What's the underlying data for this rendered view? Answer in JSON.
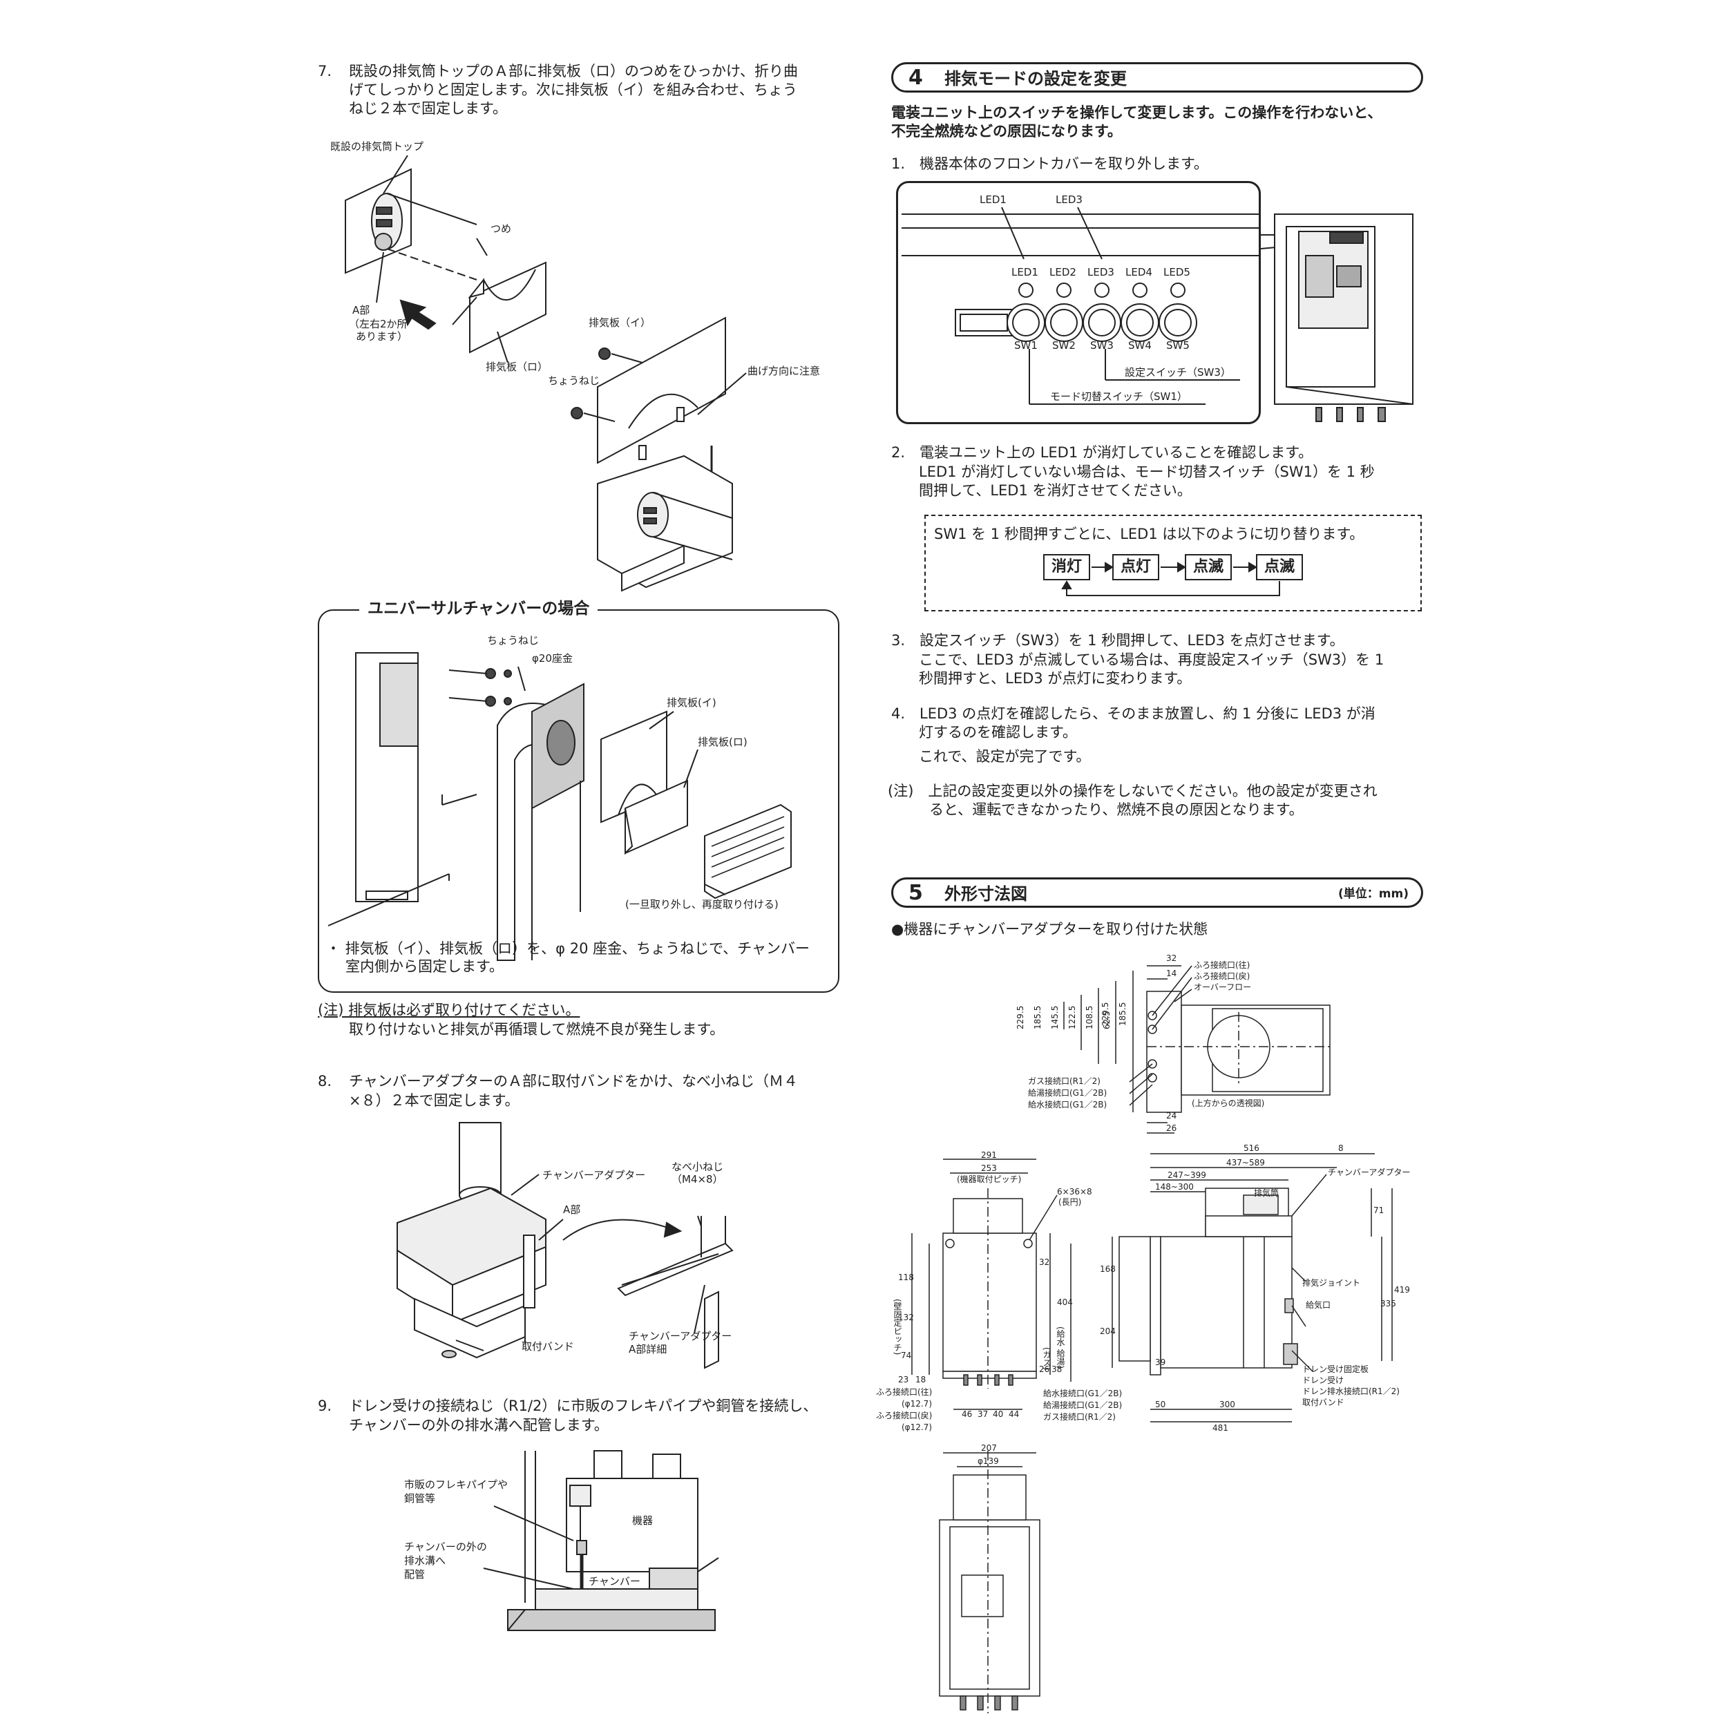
{
  "left": {
    "step7": {
      "num": "7.",
      "line1": "既設の排気筒トップのＡ部に排気板（ロ）のつめをひっかけ、折り曲",
      "line2": "げてしっかりと固定します。次に排気板（イ）を組み合わせ、ちょう",
      "line3": "ねじ２本で固定します。"
    },
    "fig1": {
      "existing_top": "既設の排気筒トップ",
      "tsume": "つめ",
      "part_a": "A部",
      "part_a_note1": "（左右2か所",
      "part_a_note2": "あります）",
      "plate_ro": "排気板（ロ）",
      "plate_i": "排気板（イ）",
      "bend_note": "曲げ方向に注意",
      "wing_screw": "ちょうねじ"
    },
    "universal": {
      "title": "ユニバーサルチャンバーの場合",
      "wing_screw": "ちょうねじ",
      "washer": "φ20座金",
      "plate_i": "排気板(イ)",
      "plate_ro": "排気板(ロ)",
      "reattach": "(一旦取り外し、再度取り付ける)",
      "bullet1": "・ 排気板（イ）、排気板（ロ）を、φ 20 座金、ちょうねじで、チャンバー",
      "bullet2": "室内側から固定します。"
    },
    "note": {
      "line1": "(注) 排気板は必ず取り付けてください。",
      "line2": "取り付けないと排気が再循環して燃焼不良が発生します。"
    },
    "step8": {
      "num": "8.",
      "line1": "チャンバーアダプターのＡ部に取付バンドをかけ、なべ小ねじ（Ｍ４",
      "line2": "×８）２本で固定します。"
    },
    "fig2": {
      "adapter": "チャンバーアダプター",
      "part_a": "A部",
      "screw": "なべ小ねじ",
      "screw_size": "（M4×8）",
      "band": "取付バンド",
      "detail1": "チャンバーアダプター",
      "detail2": "A部詳細"
    },
    "step9": {
      "num": "9.",
      "line1": "ドレン受けの接続ねじ（R1/2）に市販のフレキパイプや銅管を接続し、",
      "line2": "チャンバーの外の排水溝へ配管します。"
    },
    "fig3": {
      "pipe1": "市販のフレキパイプや",
      "pipe2": "銅管等",
      "drain1": "チャンバーの外の",
      "drain2": "排水溝へ",
      "drain3": "配管",
      "unit": "機器",
      "chamber": "チャンバー"
    }
  },
  "right": {
    "sec4": {
      "num": "4",
      "title": "排気モードの設定を変更",
      "intro1": "電装ユニット上のスイッチを操作して変更します。この操作を行わないと、",
      "intro2": "不完全燃焼などの原因になります。",
      "step1": "1.　機器本体のフロントカバーを取り外します。",
      "panel": {
        "leds": [
          "LED1",
          "LED2",
          "LED3",
          "LED4",
          "LED5"
        ],
        "switches": [
          "SW1",
          "SW2",
          "SW3",
          "SW4",
          "SW5"
        ],
        "callout_led1": "LED1",
        "callout_led3": "LED3",
        "sw3_label": "設定スイッチ（SW3）",
        "sw1_label": "モード切替スイッチ（SW1）"
      },
      "step2_a": "2.　電装ユニット上の LED1 が消灯していることを確認します。",
      "step2_b": "LED1 が消灯していない場合は、モード切替スイッチ（SW1）を 1 秒",
      "step2_c": "間押して、LED1 を消灯させてください。",
      "box_text": "SW1 を 1 秒間押すごとに、LED1 は以下のように切り替ります。",
      "states": [
        "消灯",
        "点灯",
        "点滅",
        "点滅"
      ],
      "step3_a": "3.　設定スイッチ（SW3）を 1 秒間押して、LED3 を点灯させます。",
      "step3_b": "ここで、LED3 が点滅している場合は、再度設定スイッチ（SW3）を 1",
      "step3_c": "秒間押すと、LED3 が点灯に変わります。",
      "step4_a": "4.　LED3 の点灯を確認したら、そのまま放置し、約 1 分後に LED3 が消",
      "step4_b": "灯するのを確認します。",
      "step4_c": "これで、設定が完了です。",
      "note_a": "(注)　上記の設定変更以外の操作をしないでください。他の設定が変更され",
      "note_b": "ると、運転できなかったり、燃焼不良の原因となります。"
    },
    "sec5": {
      "num": "5",
      "title": "外形寸法図",
      "unit": "(単位：mm)",
      "subtitle": "●機器にチャンバーアダプターを取り付けた状態",
      "top_view": {
        "dims_v": [
          "229.5",
          "185.5",
          "145.5",
          "122.5",
          "108.5",
          "62.5"
        ],
        "dims_h": [
          "32",
          "14",
          "24",
          "26"
        ],
        "labels": [
          "ふろ接続口(往)",
          "ふろ接続口(戻)",
          "オーバーフロー",
          "ガス接続口(R1／2)",
          "給湯接続口(G1／2B)",
          "給水接続口(G1／2B)"
        ],
        "caption": "(上方からの透視図)"
      },
      "front_view": {
        "d291": "291",
        "d253": "253",
        "pitch": "(機器取付ピッチ)",
        "slot": "6×36×8",
        "slot2": "(長円)",
        "v118": "118",
        "v132": "132",
        "v74": "74",
        "v23": "23",
        "v18": "18",
        "v32": "32",
        "v404": "404",
        "v26": "26",
        "v38": "38",
        "wall_pitch": "(壁固定ピッチ)",
        "gas_hyu": "(ガス)",
        "supply": "(給水 給湯)",
        "bottom": [
          "46",
          "37",
          "40",
          "44"
        ],
        "left_labels": [
          "ふろ接続口(往)",
          "(φ12.7)",
          "ふろ接続口(戻)",
          "(φ12.7)"
        ],
        "right_labels": [
          "給水接続口(G1／2B)",
          "給湯接続口(G1／2B)",
          "ガス接続口(R1／2)"
        ]
      },
      "side_view": {
        "d516": "516",
        "d437": "437~589",
        "d247": "247~399",
        "d148": "148~300",
        "d8": "8",
        "d71": "71",
        "d168": "168",
        "d204": "204",
        "d419": "419",
        "d335": "335",
        "d39": "39",
        "d50": "50",
        "d300": "300",
        "d481": "481",
        "flue": "排気筒",
        "adapter": "チャンバーアダプター",
        "joint": "排気ジョイント",
        "intake": "給気口",
        "labels": [
          "ドレン受け固定板",
          "ドレン受け",
          "ドレン排水接続口(R1／2)",
          "取付バンド"
        ]
      },
      "bottom_view": {
        "d207": "207",
        "d139": "φ139"
      }
    }
  }
}
